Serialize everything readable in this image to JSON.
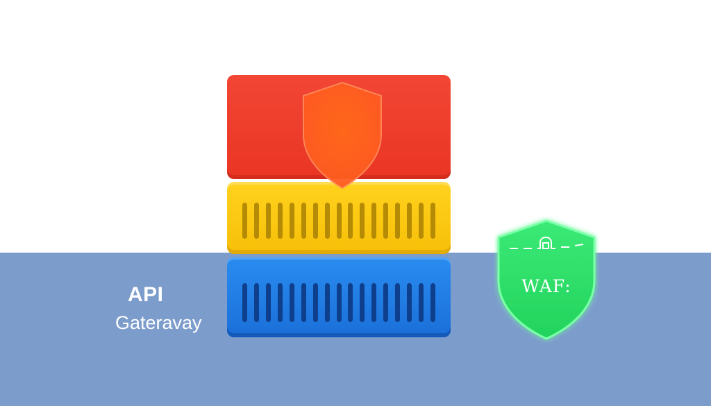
{
  "diagram": {
    "gateway_label_line1": "API",
    "gateway_label_line2": "Gateravay",
    "waf_label": "WAF:",
    "layers": [
      {
        "name": "top-layer",
        "color": "#ef3e2c"
      },
      {
        "name": "middle-layer",
        "color": "#fcc812",
        "vent_count": 17
      },
      {
        "name": "bottom-layer",
        "color": "#1f7ce3",
        "vent_count": 17
      }
    ],
    "shield_colors": {
      "security": "#ff5a1f",
      "waf": "#2ee26a"
    },
    "background_colors": {
      "top": "#ffffff",
      "bottom": "#7c9ccc"
    },
    "icons": [
      "shield-icon",
      "waf-shield-icon",
      "lock-icon"
    ]
  }
}
